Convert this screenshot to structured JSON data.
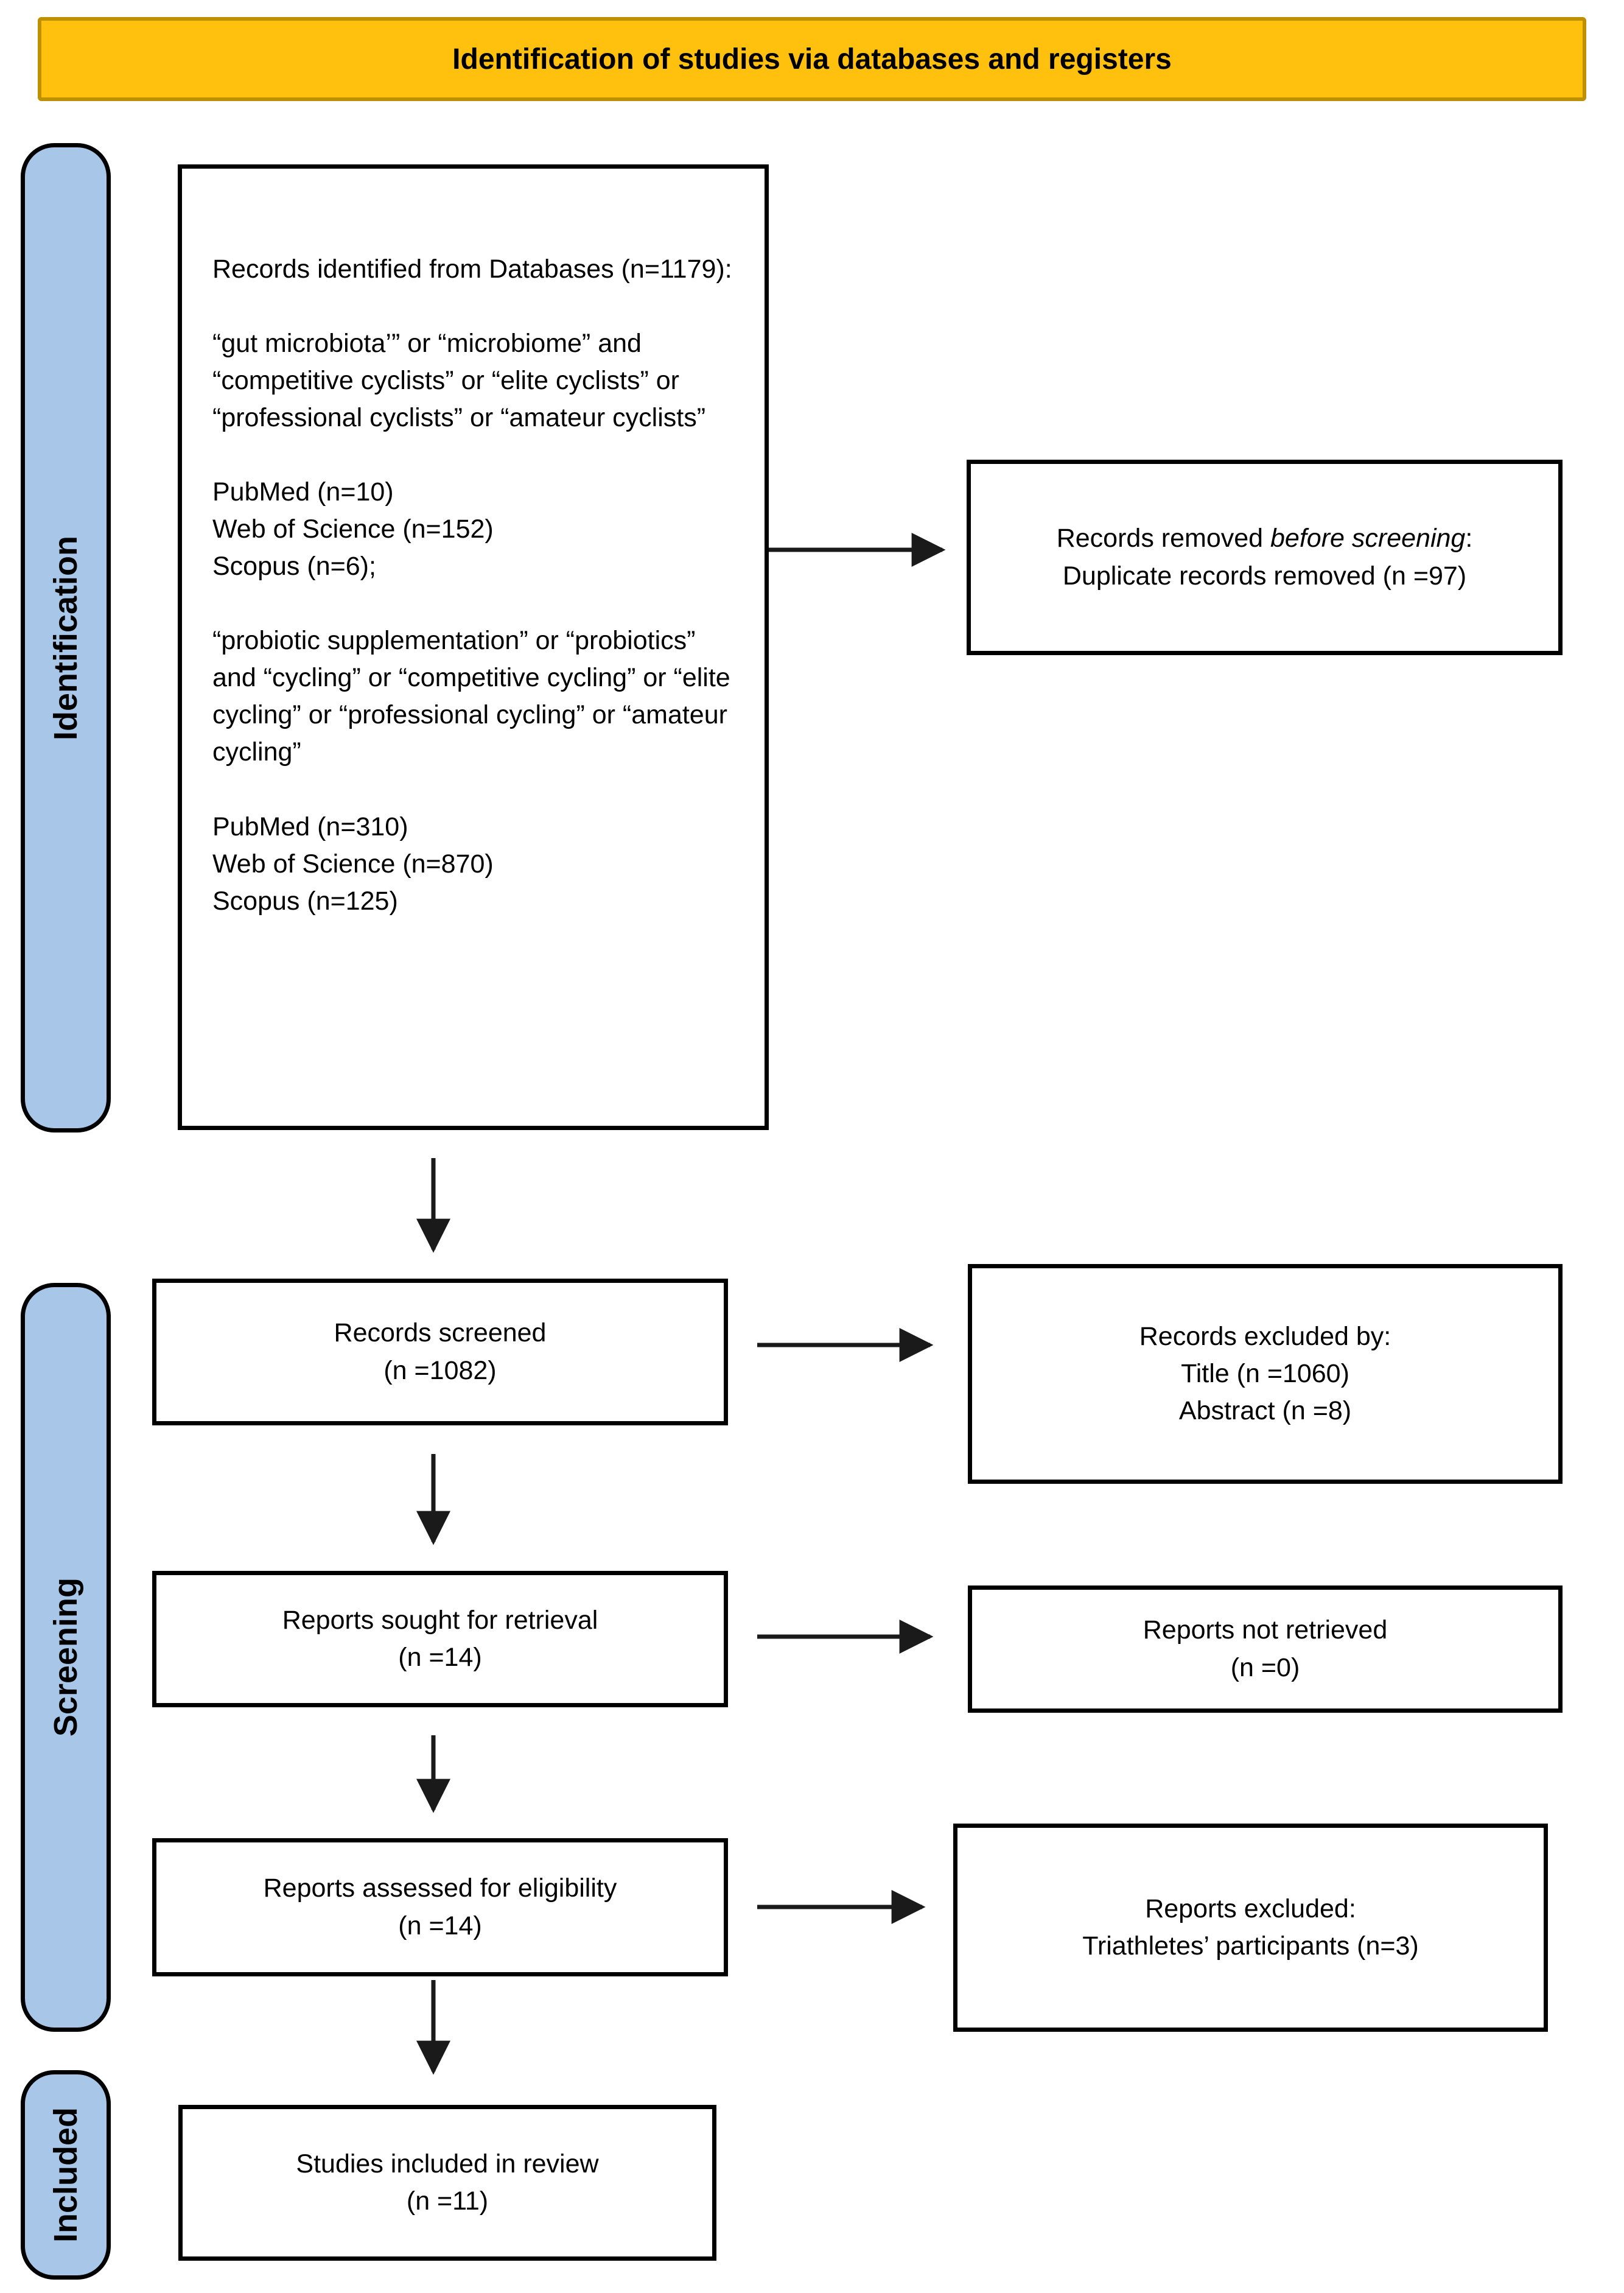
{
  "banner": {
    "title": "Identification of studies via databases and registers"
  },
  "colors": {
    "banner_fill": "#FFC10D",
    "banner_border": "#BD9000",
    "stage_label_fill": "#A7C6E8",
    "box_border": "#000000",
    "arrow": "#1A1A1A"
  },
  "stages": {
    "identification": "Identification",
    "screening": "Screening",
    "included": "Included"
  },
  "flow": {
    "identified": {
      "p1": "Records identified from Databases (n=1179):",
      "p2": "“gut microbiota’” or “microbiome” and “competitive cyclists” or “elite cyclists” or “professional cyclists” or “amateur cyclists”",
      "p3": "PubMed (n=10)\nWeb of Science (n=152)\nScopus (n=6);",
      "p4": "“probiotic supplementation” or “probiotics” and “cycling” or “competitive cycling” or “elite cycling” or “professional cycling” or “amateur cycling”",
      "p5": "PubMed (n=310)\nWeb of Science (n=870)\nScopus (n=125)"
    },
    "removed_before_screening": {
      "line1_prefix": "Records removed ",
      "line1_italic": "before screening",
      "line1_suffix": ":",
      "line2": "Duplicate records removed (n =97)"
    },
    "screened": {
      "line1": "Records screened",
      "line2": "(n =1082)"
    },
    "excluded_by": {
      "line1": "Records excluded by:",
      "line2": "Title (n =1060)",
      "line3": "Abstract (n =8)"
    },
    "sought": {
      "line1": "Reports sought for retrieval",
      "line2": "(n =14)"
    },
    "not_retrieved": {
      "line1": "Reports not retrieved",
      "line2": "(n =0)"
    },
    "assessed": {
      "line1": "Reports assessed for eligibility",
      "line2": "(n =14)"
    },
    "reports_excluded": {
      "line1": "Reports excluded:",
      "line2": "Triathletes’ participants (n=3)"
    },
    "included_in_review": {
      "line1": "Studies included in review",
      "line2": "(n =11)"
    }
  }
}
